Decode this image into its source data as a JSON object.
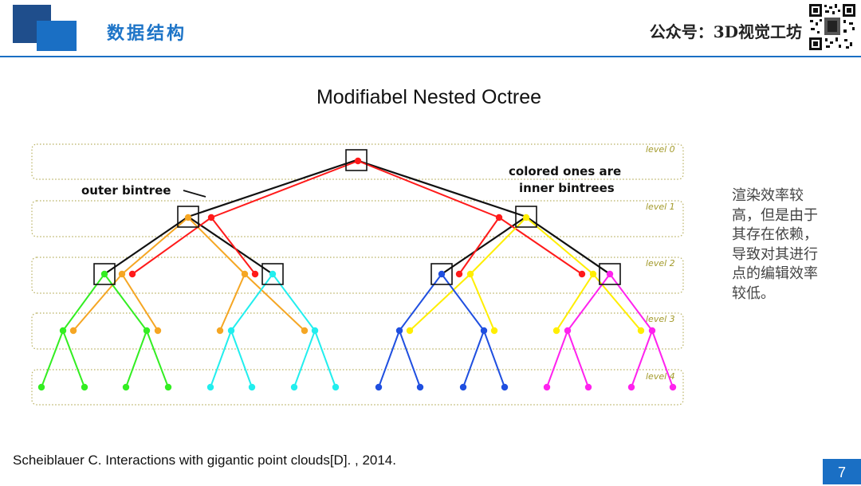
{
  "header": {
    "section_title": "数据结构",
    "channel": "公众号：3D视觉工坊",
    "accent_color": "#1a6fc4"
  },
  "slide": {
    "title": "Modifiabel Nested Octree",
    "note": "渲染效率较高，但是由于其存在依赖，导致对其进行点的编辑效率较低。",
    "citation": "Scheiblauer C. Interactions with gigantic point clouds[D]. , 2014.",
    "page_number": "7"
  },
  "diagram": {
    "labels": {
      "outer": "outer bintree",
      "inner_line1": "colored ones are",
      "inner_line2": "inner bintrees"
    },
    "levels": [
      "level 0",
      "level 1",
      "level 2",
      "level 3",
      "level 4"
    ],
    "colors": {
      "outer": "#111111",
      "red": "#ff1a1a",
      "orange": "#f5a623",
      "yellow": "#ffee00",
      "green": "#33ee22",
      "cyan": "#22eeee",
      "blue": "#1f4fe0",
      "magenta": "#ff22ee",
      "level_text": "#a39a2a"
    }
  }
}
